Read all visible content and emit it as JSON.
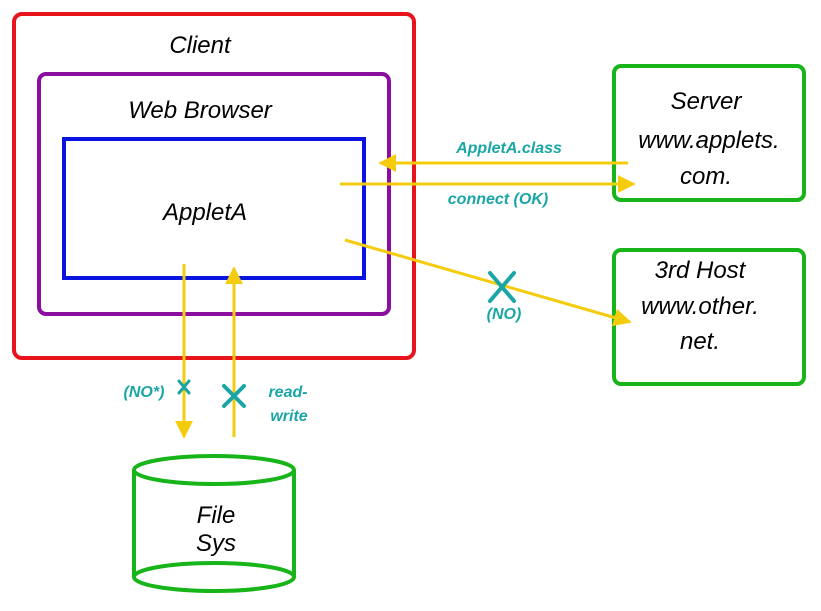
{
  "client": {
    "label": "Client",
    "color": "#e8141c"
  },
  "browser": {
    "label": "Web Browser",
    "color": "#8a0f9e"
  },
  "applet": {
    "label": "AppletA",
    "color": "#0a14e0"
  },
  "server": {
    "line1": "Server",
    "line2": "www.applets.",
    "line3": "com.",
    "color": "#17b41a"
  },
  "third_host": {
    "line1": "3rd Host",
    "line2": "www.other.",
    "line3": "net.",
    "color": "#17b41a"
  },
  "filesys": {
    "line1": "File",
    "line2": "Sys",
    "color": "#17b41a"
  },
  "arrows": {
    "applet_class": "AppletA.class",
    "connect_ok": "connect (OK)",
    "no_third": "(NO)",
    "no_star": "(NO*)",
    "read_write_1": "read-",
    "read_write_2": "write",
    "arrow_color": "#f5cc0d",
    "label_color": "#1aa6a6"
  }
}
